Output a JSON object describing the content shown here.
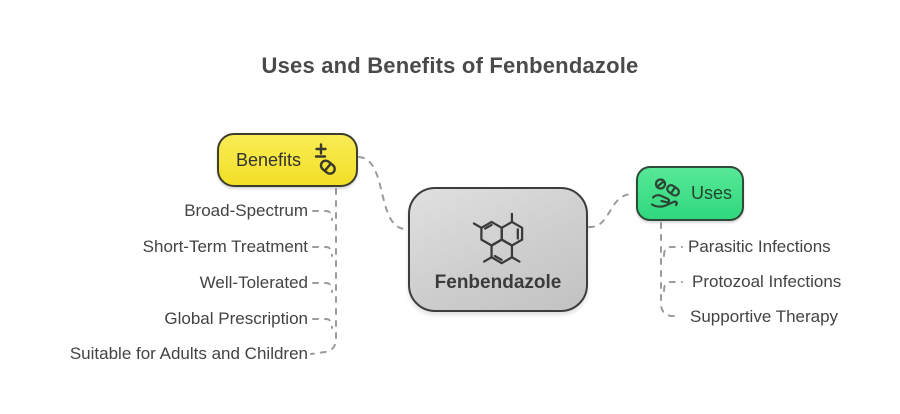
{
  "title": "Uses and Benefits of Fenbendazole",
  "center_node": {
    "label": "Fenbendazole",
    "icon": "molecule-icon"
  },
  "benefits": {
    "label": "Benefits",
    "icon": "pills-plus-minus-icon",
    "items": [
      "Broad-Spectrum",
      "Short-Term Treatment",
      "Well-Tolerated",
      "Global Prescription",
      "Suitable for Adults and Children"
    ]
  },
  "uses": {
    "label": "Uses",
    "icon": "hand-holding-pills-icon",
    "items": [
      "Parasitic Infections",
      "Protozoal Infections",
      "Supportive Therapy"
    ]
  },
  "colors": {
    "benefits_fill": "#f5e53c",
    "benefits_border": "#3e3e2d",
    "uses_fill": "#42df87",
    "uses_border": "#2d4a3a",
    "center_fill": "#cecece",
    "center_border": "#3d3d3d",
    "connector": "#9c9c9c",
    "title_text": "#4a4a4a",
    "item_text": "#434343"
  }
}
